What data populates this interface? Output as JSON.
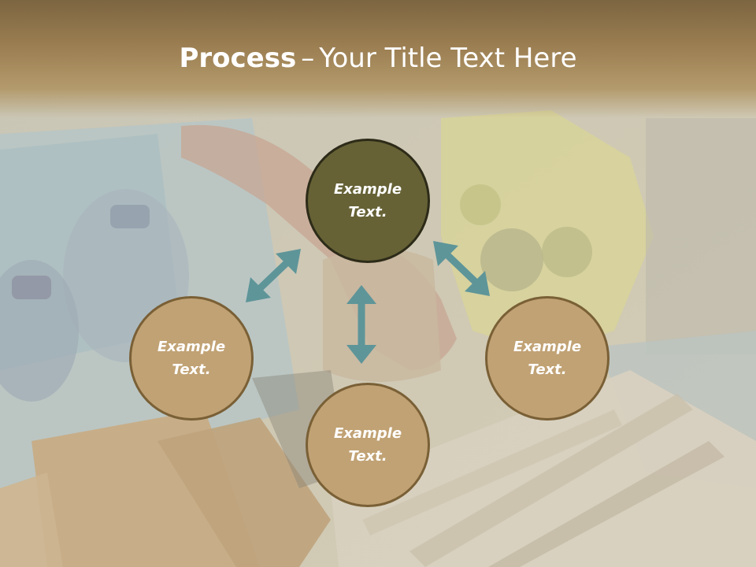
{
  "slide": {
    "title_bold": "Process",
    "title_separator": "–",
    "title_rest": "Your Title Text Here"
  },
  "nodes": {
    "center": {
      "line1": "Example",
      "line2": "Text."
    },
    "left": {
      "line1": "Example",
      "line2": "Text."
    },
    "right": {
      "line1": "Example",
      "line2": "Text."
    },
    "bottom": {
      "line1": "Example",
      "line2": "Text."
    }
  },
  "colors": {
    "header": "#9c7f52",
    "center_fill": "#666236",
    "satellite_fill": "#c1a274",
    "arrow": "#5e9599",
    "title_text": "#ffffff"
  }
}
